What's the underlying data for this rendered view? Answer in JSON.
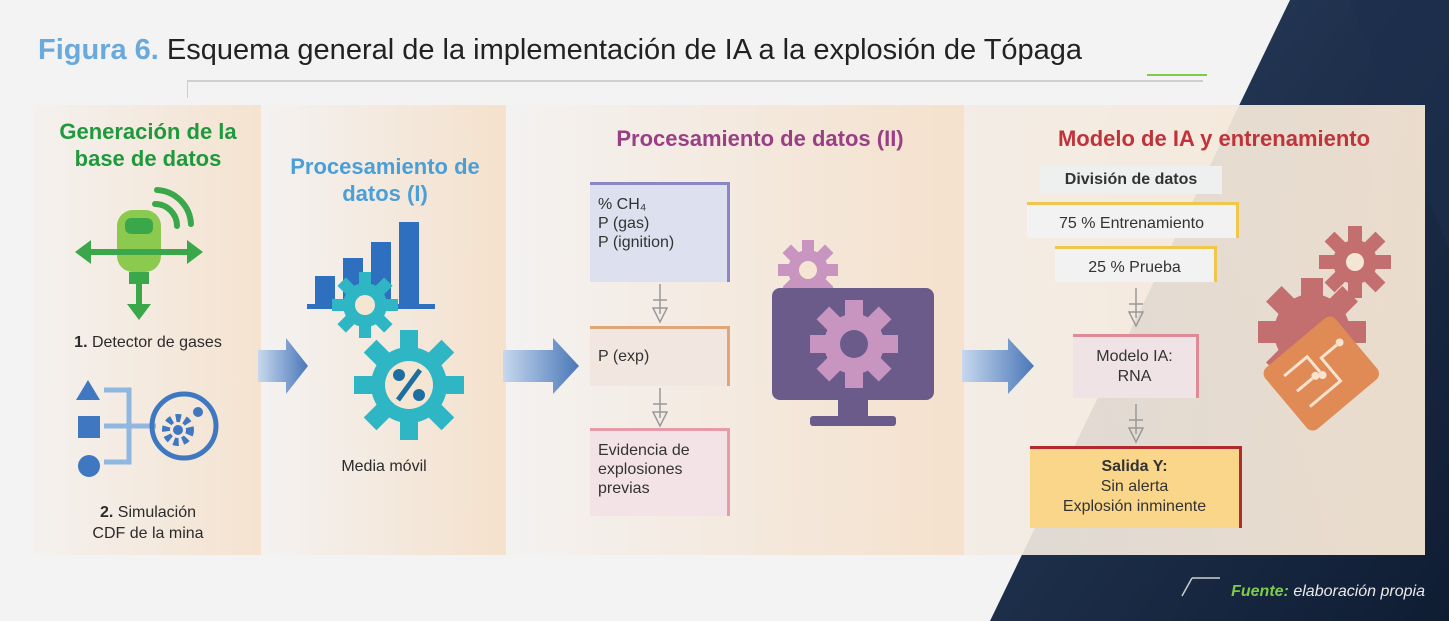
{
  "title": {
    "figure": "Figura 6.",
    "text": "Esquema general de la implementación de IA a la explosión de Tópaga"
  },
  "stage1": {
    "heading": "Generación de la base de datos",
    "item1_num": "1.",
    "item1_text": "Detector de gases",
    "item2_num": "2.",
    "item2_text_line1": "Simulación",
    "item2_text_line2": "CDF de la mina"
  },
  "stage2": {
    "heading": "Procesamiento de datos (I)",
    "caption": "Media móvil"
  },
  "stage3": {
    "heading": "Procesamiento de datos (II)",
    "card1": [
      "% CH₄",
      "P (gas)",
      "P (ignition)"
    ],
    "card2": "P (exp)",
    "card3": [
      "Evidencia de",
      "explosiones",
      "previas"
    ]
  },
  "stage4": {
    "heading": "Modelo de IA y entrenamiento",
    "split_title": "División de datos",
    "train": "75 % Entrenamiento",
    "test": "25 % Prueba",
    "model_line1": "Modelo IA:",
    "model_line2": "RNA",
    "output_title": "Salida Y:",
    "output_line1": "Sin alerta",
    "output_line2": "Explosión inminente"
  },
  "source": {
    "label": "Fuente:",
    "text": "elaboración propia"
  },
  "colors": {
    "green": "#1e9a3c",
    "blue": "#4a9fd9",
    "purple": "#9a3f86",
    "red": "#c1333a",
    "teal": "#29b6c7",
    "navy": "#1c2e4a"
  },
  "icons": [
    "gas-detector-icon",
    "flow-gear-icon",
    "bar-chart-icon",
    "gear-icon",
    "percent-gear-icon",
    "monitor-gear-icon",
    "arrow-icon",
    "circuit-gear-icon"
  ]
}
